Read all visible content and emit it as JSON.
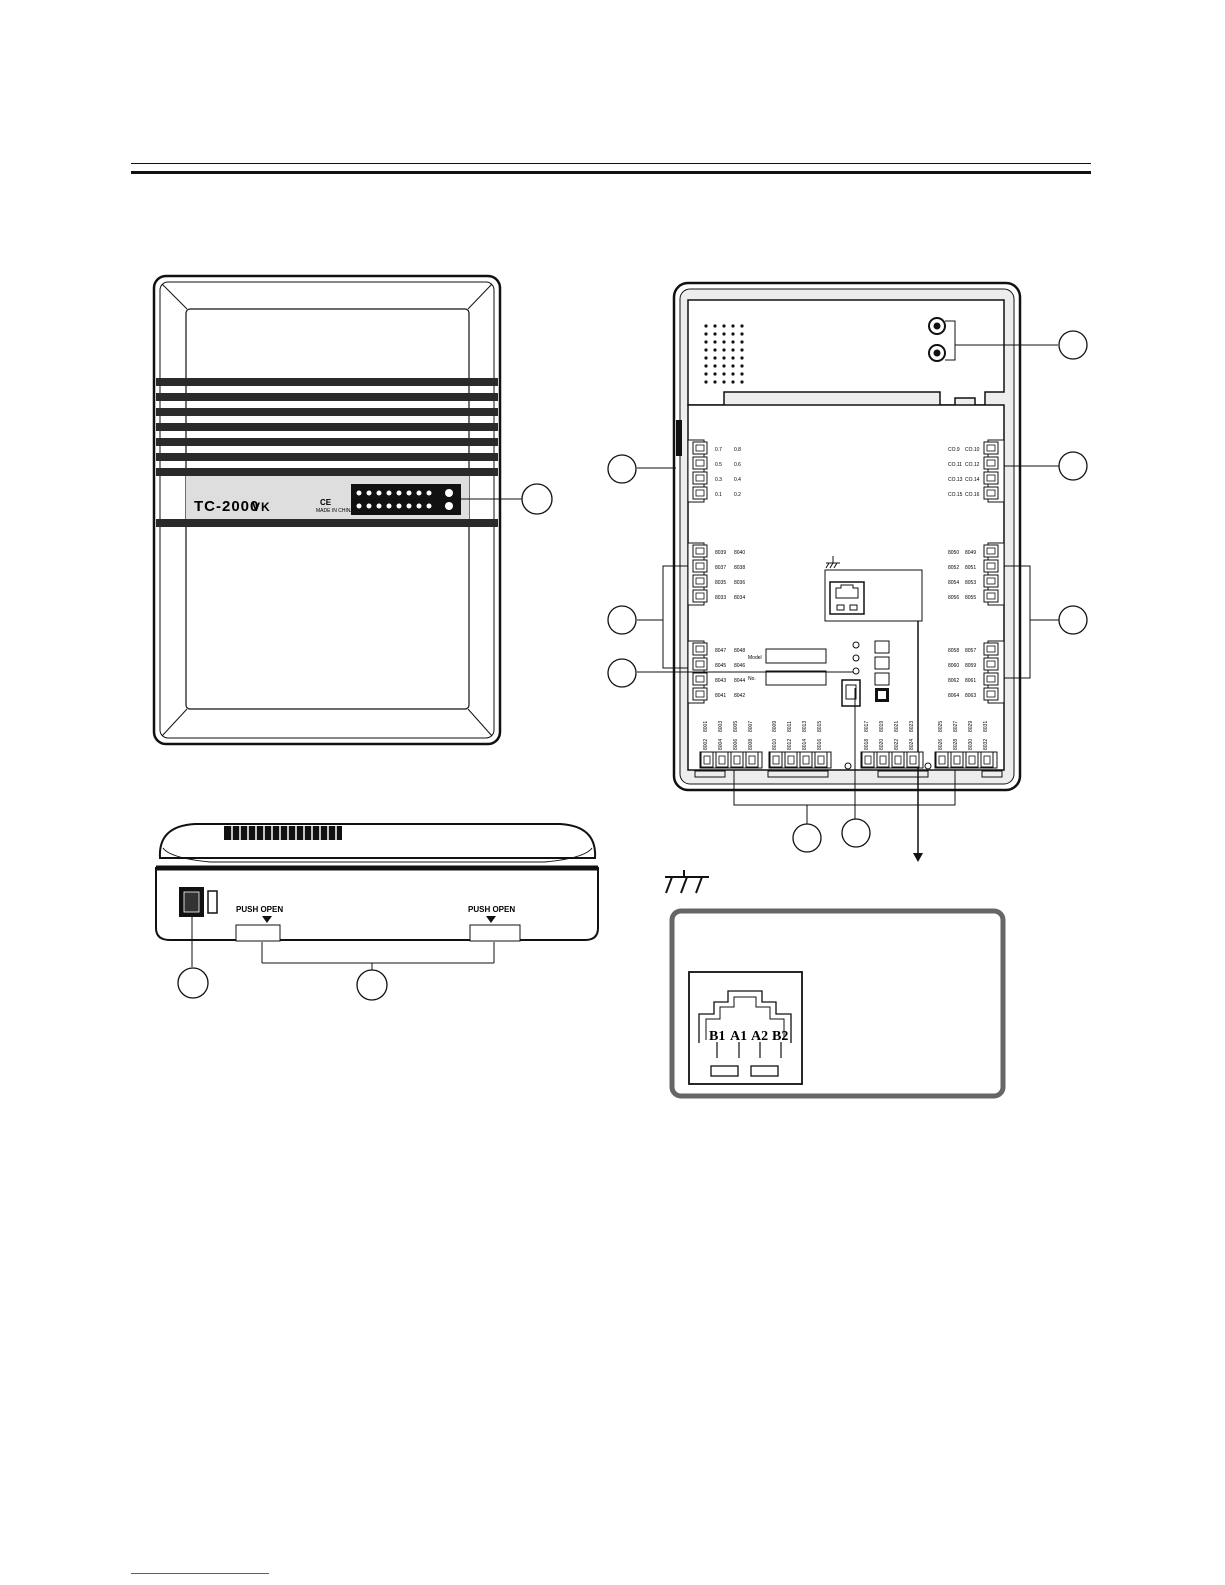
{
  "front_panel": {
    "model_name": "TC-2000",
    "model_suffix": "VK",
    "ce_mark": "CE",
    "small_print": "MADE IN CHINA"
  },
  "side_view": {
    "push_open_left": "PUSH OPEN",
    "push_open_right": "PUSH OPEN"
  },
  "board": {
    "model_label": "Model",
    "no_label": "No.",
    "port_labels_top_left": [
      "0.7",
      "0.8",
      "0.5",
      "0.6",
      "0.3",
      "0.4",
      "0.1",
      "0.2"
    ],
    "port_labels_top_right": [
      "CO.9",
      "CO.10",
      "CO.11",
      "CO.12",
      "CO.13",
      "CO.14",
      "CO.15",
      "CO.16"
    ],
    "port_labels_mid_left": [
      "8039",
      "8040",
      "8037",
      "8038",
      "8035",
      "8036",
      "8033",
      "8034"
    ],
    "port_labels_mid_right": [
      "8050",
      "8049",
      "8052",
      "8051",
      "8054",
      "8053",
      "8056",
      "8055"
    ],
    "port_labels_low_left": [
      "8047",
      "8048",
      "8045",
      "8046",
      "8043",
      "8044",
      "8041",
      "8042"
    ],
    "port_labels_low_right": [
      "8058",
      "8057",
      "8060",
      "8059",
      "8062",
      "8061",
      "8064",
      "8063"
    ],
    "port_labels_bottom": [
      "8001",
      "8002",
      "8003",
      "8004",
      "8005",
      "8006",
      "8007",
      "8008",
      "8009",
      "8010",
      "8011",
      "8012",
      "8013",
      "8014",
      "8015",
      "8016",
      "8017",
      "8018",
      "8019",
      "8020",
      "8021",
      "8022",
      "8023",
      "8024",
      "8025",
      "8026",
      "8027",
      "8028",
      "8029",
      "8030",
      "8031",
      "8032"
    ]
  },
  "connector_detail": {
    "pin_b1": "B1",
    "pin_a1": "A1",
    "pin_a2": "A2",
    "pin_b2": "B2"
  }
}
